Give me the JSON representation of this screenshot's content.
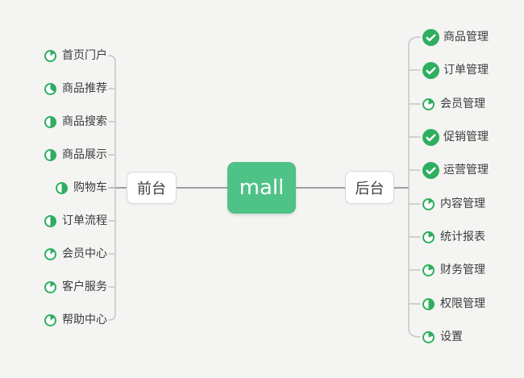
{
  "root": {
    "label": "mall"
  },
  "branches": [
    {
      "id": "frontend",
      "label": "前台",
      "side": "left",
      "items": [
        {
          "label": "首页门户",
          "status": "in-progress",
          "progress_percent": 15,
          "icon": "pie-progress-icon"
        },
        {
          "label": "商品推荐",
          "status": "in-progress",
          "progress_percent": 35,
          "icon": "pie-progress-icon"
        },
        {
          "label": "商品搜索",
          "status": "in-progress",
          "progress_percent": 50,
          "icon": "pie-progress-icon"
        },
        {
          "label": "商品展示",
          "status": "in-progress",
          "progress_percent": 50,
          "icon": "pie-progress-icon"
        },
        {
          "label": "购物车",
          "status": "in-progress",
          "progress_percent": 50,
          "icon": "pie-progress-icon"
        },
        {
          "label": "订单流程",
          "status": "in-progress",
          "progress_percent": 50,
          "icon": "pie-progress-icon"
        },
        {
          "label": "会员中心",
          "status": "in-progress",
          "progress_percent": 15,
          "icon": "pie-progress-icon"
        },
        {
          "label": "客户服务",
          "status": "in-progress",
          "progress_percent": 15,
          "icon": "pie-progress-icon"
        },
        {
          "label": "帮助中心",
          "status": "in-progress",
          "progress_percent": 15,
          "icon": "pie-progress-icon"
        }
      ]
    },
    {
      "id": "backend",
      "label": "后台",
      "side": "right",
      "items": [
        {
          "label": "商品管理",
          "status": "done",
          "icon": "check-circle-icon"
        },
        {
          "label": "订单管理",
          "status": "done",
          "icon": "check-circle-icon"
        },
        {
          "label": "会员管理",
          "status": "in-progress",
          "progress_percent": 20,
          "icon": "pie-progress-icon"
        },
        {
          "label": "促销管理",
          "status": "done",
          "icon": "check-circle-icon"
        },
        {
          "label": "运营管理",
          "status": "done",
          "icon": "check-circle-icon"
        },
        {
          "label": "内容管理",
          "status": "in-progress",
          "progress_percent": 15,
          "icon": "pie-progress-icon"
        },
        {
          "label": "统计报表",
          "status": "in-progress",
          "progress_percent": 20,
          "icon": "pie-progress-icon"
        },
        {
          "label": "财务管理",
          "status": "in-progress",
          "progress_percent": 20,
          "icon": "pie-progress-icon"
        },
        {
          "label": "权限管理",
          "status": "in-progress",
          "progress_percent": 50,
          "icon": "pie-progress-icon"
        },
        {
          "label": "设置",
          "status": "in-progress",
          "progress_percent": 20,
          "icon": "pie-progress-icon"
        }
      ]
    }
  ],
  "colors": {
    "root_node_green": "#4ec287",
    "icon_green": "#2fae5f",
    "background": "#f4f4f2",
    "text": "#3b3b3b",
    "connector_main": "#9f9f9f",
    "connector_spine": "#c5c5c5",
    "branch_node_border": "#d9d9d9",
    "branch_node_bg": "#ffffff"
  }
}
